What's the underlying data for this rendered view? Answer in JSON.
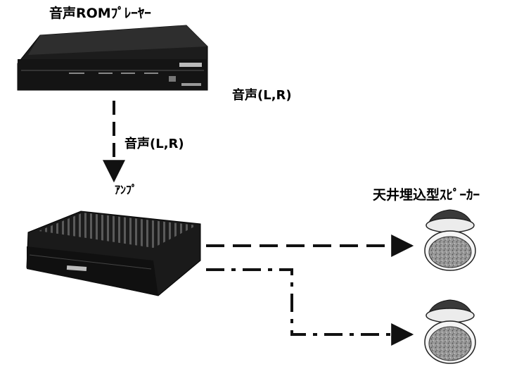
{
  "labels": {
    "player": "音声ROMﾌﾟﾚｰﾔｰ",
    "audio_right": "音声(L,R)",
    "audio_mid": "音声(L,R)",
    "amp": "ｱﾝﾌﾟ",
    "speaker": "天井埋込型ｽﾋﾟｰｶｰ"
  },
  "colors": {
    "line": "#111111",
    "device_dark": "#1a1a1a",
    "device_mid": "#3a3a3a",
    "grille": "#8a8a8a"
  }
}
